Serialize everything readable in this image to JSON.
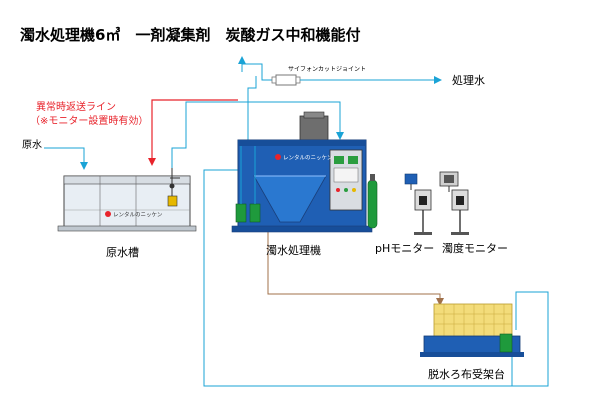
{
  "title": "濁水処理機6㎥　一剤凝集剤　炭酸ガス中和機能付",
  "labels": {
    "siphon_cut_joint": "サイフォンカットジョイント",
    "treated_water": "処理水",
    "return_line_1": "異常時返送ライン",
    "return_line_2": "（※モニター設置時有効）",
    "raw_water": "原水",
    "raw_water_tank": "原水槽",
    "turbid_water_processor": "濁水処理機",
    "ph_monitor": "pHモニター",
    "turbidity_monitor": "濁度モニター",
    "filter_cloth_rack": "脱水ろ布受架台",
    "brand_1": "レンタルのニッケン",
    "brand_2": "レンタルのニッケン"
  },
  "colors": {
    "water_line": "#1aa3d6",
    "return_line": "#e8232b",
    "sludge_line": "#a0704a",
    "machine_blue": "#1f5fb4",
    "pump_green": "#1f9a3c",
    "title_text": "#000000"
  }
}
